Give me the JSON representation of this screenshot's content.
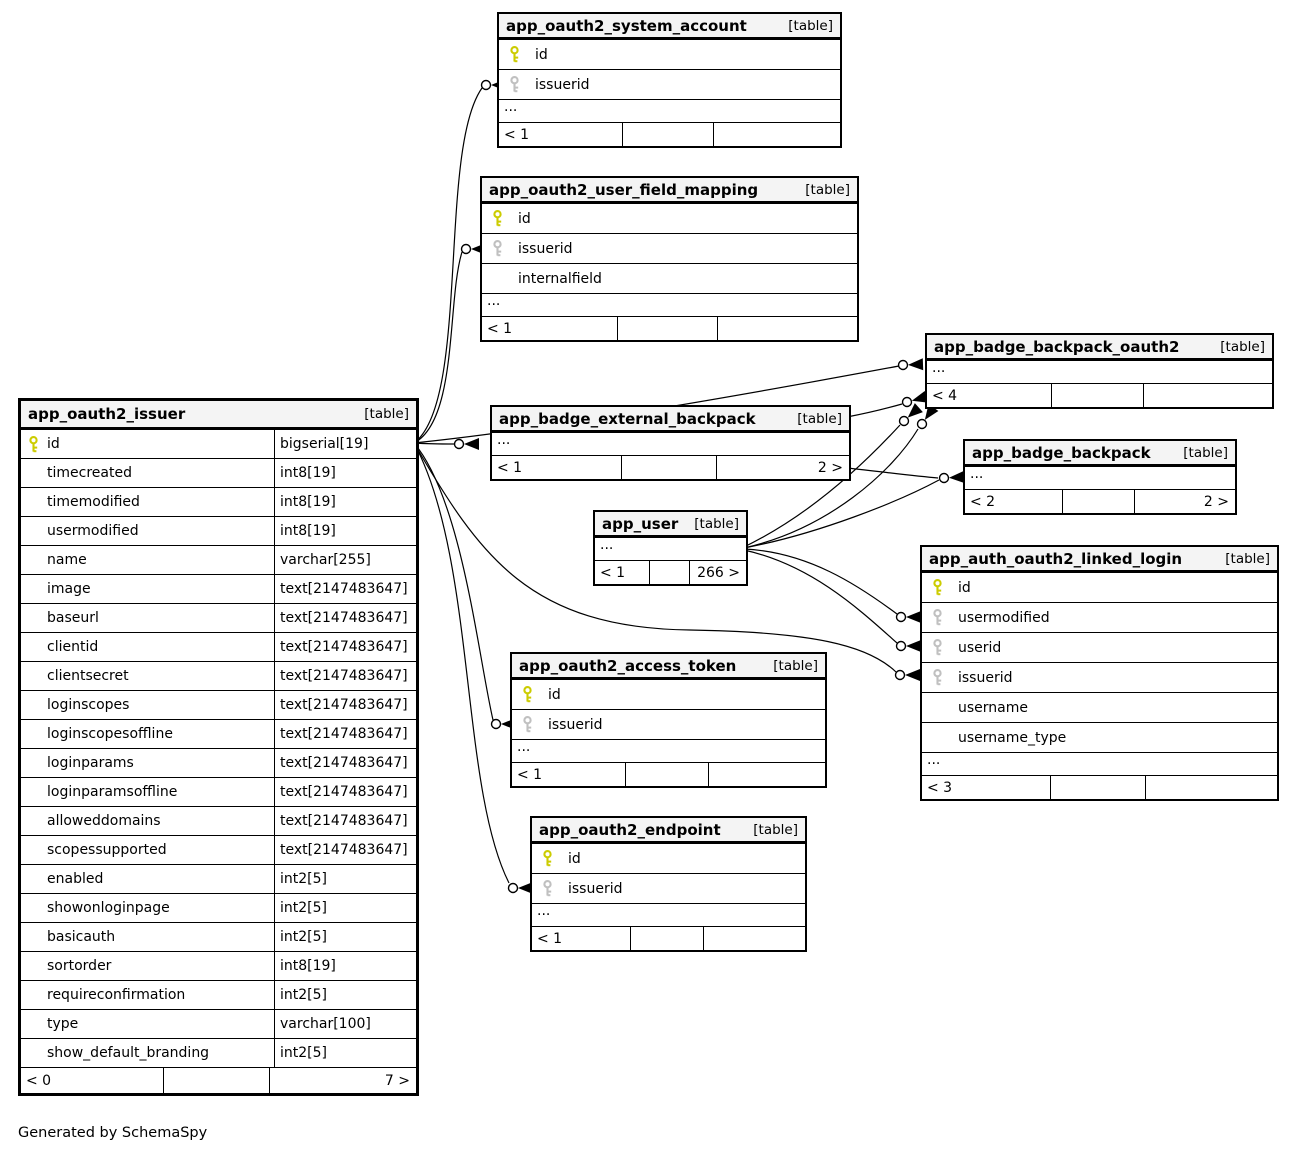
{
  "diagram": {
    "footer_note": "Generated by SchemaSpy",
    "more_label": "..."
  },
  "colors": {
    "primary_key_icon": "#cccc00",
    "foreign_key_icon": "#c0c0c0",
    "header_bg": "#f4f4f4",
    "edge": "#000000"
  },
  "tables": [
    {
      "id": "app_oauth2_issuer",
      "name": "app_oauth2_issuer",
      "type_label": "[table]",
      "emphasis": true,
      "has_type_column": true,
      "more": false,
      "columns": [
        {
          "name": "id",
          "type": "bigserial[19]",
          "key": "pk"
        },
        {
          "name": "timecreated",
          "type": "int8[19]",
          "key": null
        },
        {
          "name": "timemodified",
          "type": "int8[19]",
          "key": null
        },
        {
          "name": "usermodified",
          "type": "int8[19]",
          "key": null
        },
        {
          "name": "name",
          "type": "varchar[255]",
          "key": null
        },
        {
          "name": "image",
          "type": "text[2147483647]",
          "key": null
        },
        {
          "name": "baseurl",
          "type": "text[2147483647]",
          "key": null
        },
        {
          "name": "clientid",
          "type": "text[2147483647]",
          "key": null
        },
        {
          "name": "clientsecret",
          "type": "text[2147483647]",
          "key": null
        },
        {
          "name": "loginscopes",
          "type": "text[2147483647]",
          "key": null
        },
        {
          "name": "loginscopesoffline",
          "type": "text[2147483647]",
          "key": null
        },
        {
          "name": "loginparams",
          "type": "text[2147483647]",
          "key": null
        },
        {
          "name": "loginparamsoffline",
          "type": "text[2147483647]",
          "key": null
        },
        {
          "name": "alloweddomains",
          "type": "text[2147483647]",
          "key": null
        },
        {
          "name": "scopessupported",
          "type": "text[2147483647]",
          "key": null
        },
        {
          "name": "enabled",
          "type": "int2[5]",
          "key": null
        },
        {
          "name": "showonloginpage",
          "type": "int2[5]",
          "key": null
        },
        {
          "name": "basicauth",
          "type": "int2[5]",
          "key": null
        },
        {
          "name": "sortorder",
          "type": "int8[19]",
          "key": null
        },
        {
          "name": "requireconfirmation",
          "type": "int2[5]",
          "key": null
        },
        {
          "name": "type",
          "type": "varchar[100]",
          "key": null
        },
        {
          "name": "show_default_branding",
          "type": "int2[5]",
          "key": null
        }
      ],
      "footer": {
        "left": "< 0",
        "right": "7 >"
      }
    },
    {
      "id": "app_oauth2_system_account",
      "name": "app_oauth2_system_account",
      "type_label": "[table]",
      "emphasis": false,
      "has_type_column": false,
      "more": true,
      "columns": [
        {
          "name": "id",
          "key": "pk"
        },
        {
          "name": "issuerid",
          "key": "fk"
        }
      ],
      "footer": {
        "left": "< 1",
        "right": ""
      }
    },
    {
      "id": "app_oauth2_user_field_mapping",
      "name": "app_oauth2_user_field_mapping",
      "type_label": "[table]",
      "emphasis": false,
      "has_type_column": false,
      "more": true,
      "columns": [
        {
          "name": "id",
          "key": "pk"
        },
        {
          "name": "issuerid",
          "key": "fk"
        },
        {
          "name": "internalfield",
          "key": null
        }
      ],
      "footer": {
        "left": "< 1",
        "right": ""
      }
    },
    {
      "id": "app_badge_backpack_oauth2",
      "name": "app_badge_backpack_oauth2",
      "type_label": "[table]",
      "emphasis": false,
      "has_type_column": false,
      "more": true,
      "columns": [],
      "footer": {
        "left": "< 4",
        "right": ""
      }
    },
    {
      "id": "app_badge_external_backpack",
      "name": "app_badge_external_backpack",
      "type_label": "[table]",
      "emphasis": false,
      "has_type_column": false,
      "more": true,
      "columns": [],
      "footer": {
        "left": "< 1",
        "right": "2 >"
      }
    },
    {
      "id": "app_badge_backpack",
      "name": "app_badge_backpack",
      "type_label": "[table]",
      "emphasis": false,
      "has_type_column": false,
      "more": true,
      "columns": [],
      "footer": {
        "left": "< 2",
        "right": "2 >"
      }
    },
    {
      "id": "app_user",
      "name": "app_user",
      "type_label": "[table]",
      "emphasis": false,
      "has_type_column": false,
      "more": true,
      "columns": [],
      "footer": {
        "left": "< 1",
        "right": "266 >"
      }
    },
    {
      "id": "app_auth_oauth2_linked_login",
      "name": "app_auth_oauth2_linked_login",
      "type_label": "[table]",
      "emphasis": false,
      "has_type_column": false,
      "more": true,
      "columns": [
        {
          "name": "id",
          "key": "pk"
        },
        {
          "name": "usermodified",
          "key": "fk"
        },
        {
          "name": "userid",
          "key": "fk"
        },
        {
          "name": "issuerid",
          "key": "fk"
        },
        {
          "name": "username",
          "key": null
        },
        {
          "name": "username_type",
          "key": null
        }
      ],
      "footer": {
        "left": "< 3",
        "right": ""
      }
    },
    {
      "id": "app_oauth2_access_token",
      "name": "app_oauth2_access_token",
      "type_label": "[table]",
      "emphasis": false,
      "has_type_column": false,
      "more": true,
      "columns": [
        {
          "name": "id",
          "key": "pk"
        },
        {
          "name": "issuerid",
          "key": "fk"
        }
      ],
      "footer": {
        "left": "< 1",
        "right": ""
      }
    },
    {
      "id": "app_oauth2_endpoint",
      "name": "app_oauth2_endpoint",
      "type_label": "[table]",
      "emphasis": false,
      "has_type_column": false,
      "more": true,
      "columns": [
        {
          "name": "id",
          "key": "pk"
        },
        {
          "name": "issuerid",
          "key": "fk"
        }
      ],
      "footer": {
        "left": "< 1",
        "right": ""
      }
    }
  ],
  "relationships": [
    {
      "from": "app_oauth2_issuer.id",
      "to": "app_oauth2_system_account.issuerid"
    },
    {
      "from": "app_oauth2_issuer.id",
      "to": "app_oauth2_user_field_mapping.issuerid"
    },
    {
      "from": "app_oauth2_issuer.id",
      "to": "app_badge_backpack_oauth2"
    },
    {
      "from": "app_oauth2_issuer.id",
      "to": "app_badge_external_backpack"
    },
    {
      "from": "app_oauth2_issuer.id",
      "to": "app_auth_oauth2_linked_login.issuerid"
    },
    {
      "from": "app_oauth2_issuer.id",
      "to": "app_oauth2_access_token.issuerid"
    },
    {
      "from": "app_oauth2_issuer.id",
      "to": "app_oauth2_endpoint.issuerid"
    },
    {
      "from": "app_user",
      "to": "app_auth_oauth2_linked_login.usermodified"
    },
    {
      "from": "app_user",
      "to": "app_auth_oauth2_linked_login.userid"
    },
    {
      "from": "app_user",
      "to": "app_badge_backpack"
    },
    {
      "from": "app_badge_external_backpack",
      "to": "app_badge_backpack"
    },
    {
      "from": "app_user",
      "to": "app_badge_backpack_oauth2"
    },
    {
      "from": "app_user",
      "to": "app_badge_backpack_oauth2"
    },
    {
      "from": "app_badge_external_backpack",
      "to": "app_badge_backpack_oauth2"
    }
  ]
}
